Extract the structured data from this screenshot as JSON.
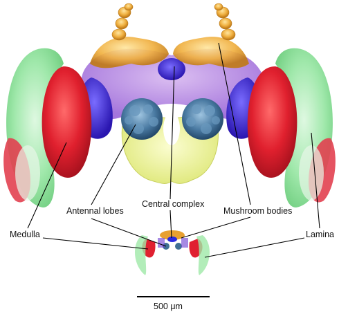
{
  "labels": {
    "antennal_lobes": "Antennal lobes",
    "central_complex": "Central complex",
    "mushroom_bodies": "Mushroom bodies",
    "medulla": "Medulla",
    "lamina": "Lamina"
  },
  "scale_bar": {
    "label": "500 μm"
  },
  "colors": {
    "lamina": "#7fe08f",
    "medulla": "#e0202e",
    "lobula": "#3a22d0",
    "protocerebrum": "#9a66d8",
    "mushroom_body_calyx": "#e8a030",
    "antennal_lobe": "#3f6f95",
    "central_complex": "#2a2ae0",
    "suboesophageal": "#e6ee80"
  }
}
